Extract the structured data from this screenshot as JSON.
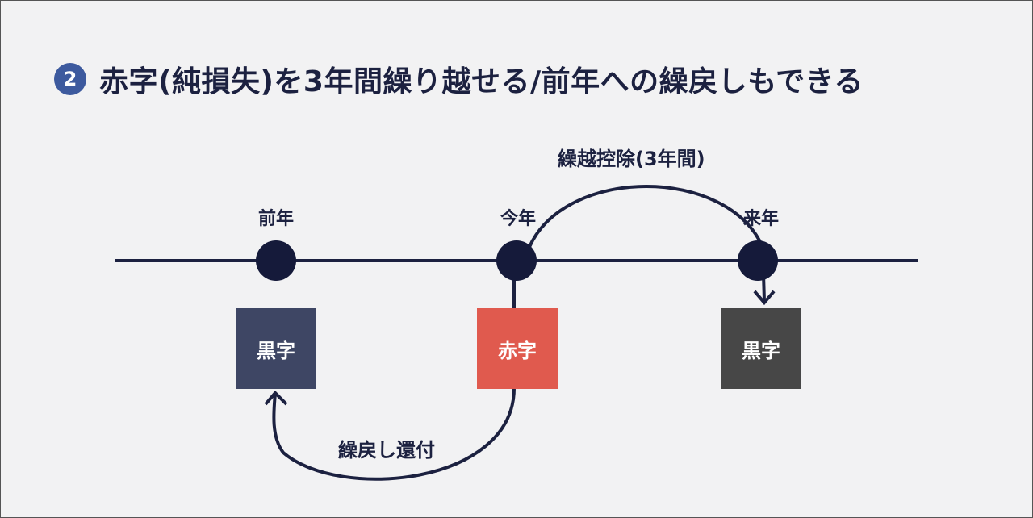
{
  "title": {
    "number": "2",
    "text": "赤字(純損失)を3年間繰り越せる/前年への繰戻しもできる"
  },
  "timeline": {
    "years": [
      "前年",
      "今年",
      "来年"
    ]
  },
  "boxes": [
    {
      "label": "黒字",
      "color": "#3e4664"
    },
    {
      "label": "赤字",
      "color": "#e05a4e"
    },
    {
      "label": "黒字",
      "color": "#474747"
    }
  ],
  "arcs": {
    "carry_forward": "繰越控除(3年間)",
    "carry_back": "繰戻し還付"
  },
  "colors": {
    "badge": "#3d5a9e",
    "line": "#1c2140",
    "background": "#f2f2f3"
  }
}
